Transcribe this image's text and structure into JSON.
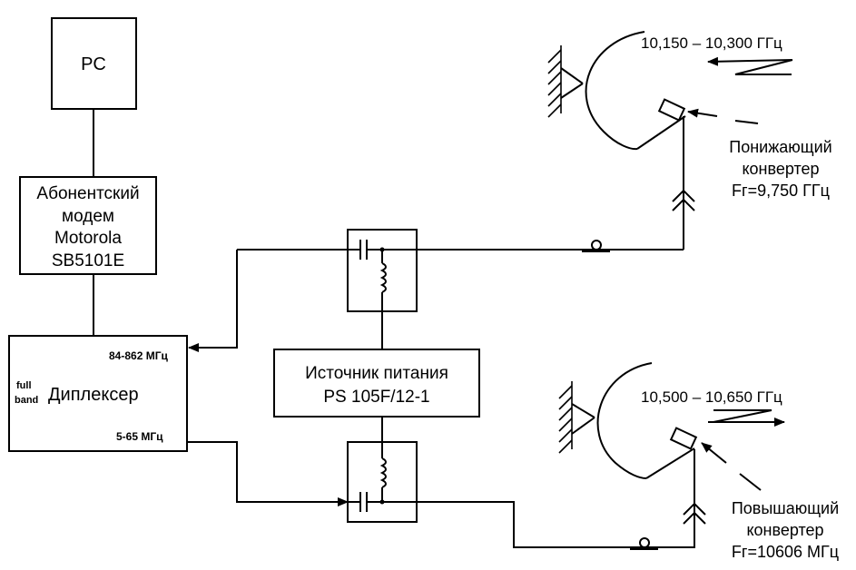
{
  "pc": {
    "label": "PC"
  },
  "modem": {
    "lines": [
      "Абонентский",
      "модем",
      "Motorola",
      "SB5101E"
    ]
  },
  "diplexer": {
    "label": "Диплексер",
    "full_sup": "full",
    "band_sub": "band",
    "port_high": "84-862 МГц",
    "port_low": "5-65 МГц"
  },
  "power_supply": {
    "lines": [
      "Источник питания",
      "PS 105F/12-1"
    ]
  },
  "top_link": {
    "freq": "10,150 – 10,300 ГГц",
    "converter": [
      "Понижающий",
      "конвертер",
      "Fг=9,750 ГГц"
    ]
  },
  "bottom_link": {
    "freq": "10,500 – 10,650 ГГц",
    "converter": [
      "Повышающий",
      "конвертер",
      "Fг=10606 МГц"
    ]
  }
}
